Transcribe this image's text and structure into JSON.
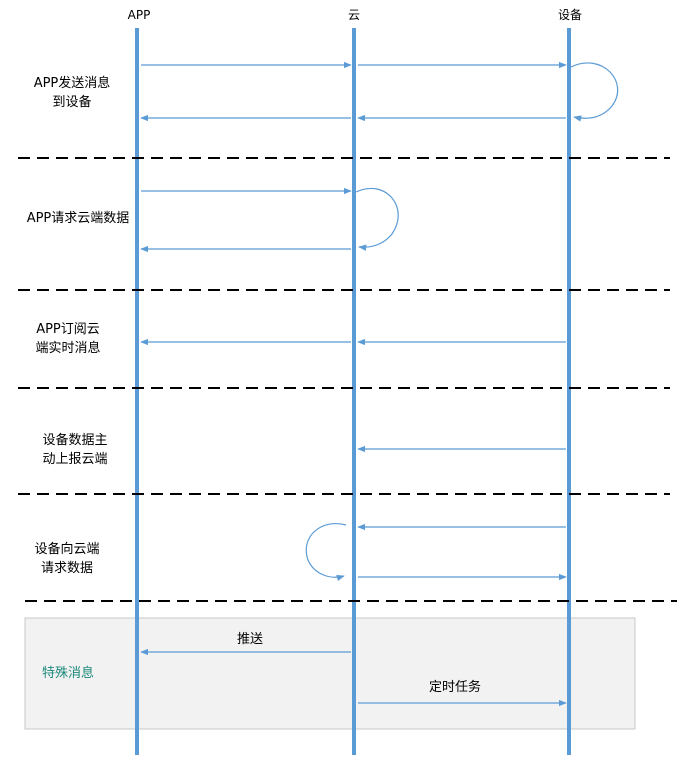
{
  "participants": {
    "app": "APP",
    "cloud": "云",
    "device": "设备"
  },
  "sections": {
    "s1": [
      "APP发送消息",
      "到设备"
    ],
    "s2": [
      "APP请求云端数据"
    ],
    "s3": [
      "APP订阅云",
      "端实时消息"
    ],
    "s4": [
      "设备数据主",
      "动上报云端"
    ],
    "s5": [
      "设备向云端",
      "请求数据"
    ],
    "s6": {
      "title": "特殊消息",
      "msg_push": "推送",
      "msg_timer": "定时任务"
    }
  },
  "colors": {
    "lifeline": "#5b9bd5",
    "arrow": "#5b9bd5",
    "box_fill": "#f2f2f2",
    "box_border": "#c8c8c8",
    "special_text": "#1b8a7a"
  }
}
